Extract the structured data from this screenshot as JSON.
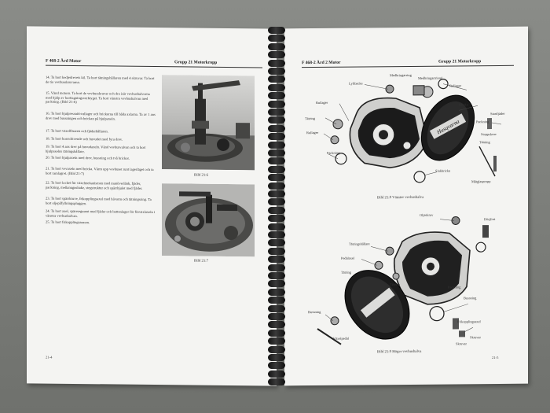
{
  "left_page": {
    "header_left": "F 468-2 Ård Motor",
    "header_right": "Grupp 21 Motorkropp",
    "steps": [
      "14. Ta bort kedjedrevets kil. Ta bort tätningshållaren med 4 skruvar. Ta bort de tio vevhusskruvarna.",
      "15. Vänd motorn. Ta bort de vevhusskruvar och dra isär vevhushalvorna med hjälp av borttagningsverktyget. Ta bort vänstra vevhushalvan med packning. (Bild 21-6)",
      "16. Ta bort hjulpressnitt-rullager och brickorna till båda axlarna. Ta av 1 ans drev med bussningen och brickan på hjulpaxeln.",
      "17. Ta bort växelföraren och fjäderhållaren.",
      "18. Ta bort borrsdrivende och huvudet med fyra drev.",
      "19. Ta bort 4 ans drev på huvudaxeln. Vänd vevhusvalvan och ta bort hjulpaxelns tätringshållare.",
      "20. Ta bort hjulpaxeln med drev, bussning och två brickor.",
      "21. Ta bort vevaxeln med bricka. Värm upp vevhuset runt lagerläget och ta bort ramlagret. (Bild 21-7)",
      "22. Ta bort locket för växelmekanismen med manöverlänk, fjäder, packning, mellanugnshake, stegstruktur och spärrhjulet med fjäder.",
      "23. Ta bort spärrkruve, frikopplingsaxel med hävarm och tätningsring. Ta bort oljepåfyllningspluggen.",
      "24. Ta bort axel, spärrsegment med fjäder och bottenlager för förväxlaxeln i vänstra vevhushalvan.",
      "25. Ta bort frikopplingsarmen."
    ],
    "figure_top_caption": "Bild 21:6",
    "figure_bottom_caption": "Bild 21:7",
    "page_number": "21-4"
  },
  "right_page": {
    "header_left": "F 468-2 Ård 2 Motor",
    "header_right": "Grupp 21 Motorkropp",
    "figure_top_caption": "Bild 21:8   Vänster vevhushalva",
    "figure_bottom_caption": "Bild 21:9   Höger vevhushalva",
    "page_number": "21-5",
    "diagram_top_labels": [
      "Medbringarring",
      "Lyftbacke",
      "Medbringartrissel",
      "Rullager",
      "Rullager",
      "Tätring",
      "Rullager",
      "Bricka",
      "Packning",
      "Packning",
      "Stoppskruv",
      "Tätning",
      "Sinkbricka",
      "Mätglaspropp",
      "Startfjäder"
    ],
    "diagram_bottom_labels": [
      "Oljeskruv",
      "Dörjfort",
      "Tätringshållare",
      "Pedalaxel",
      "Tätring",
      "Bussning",
      "Tätring",
      "Packning",
      "Bussning",
      "Växelpedal",
      "Frikopplingsaxel",
      "Skruvar",
      "Skruvar"
    ],
    "cover_logo": "Husqvarna"
  },
  "colors": {
    "background": "#7a7c78",
    "paper": "#f4f4f2",
    "binding": "#111111"
  }
}
